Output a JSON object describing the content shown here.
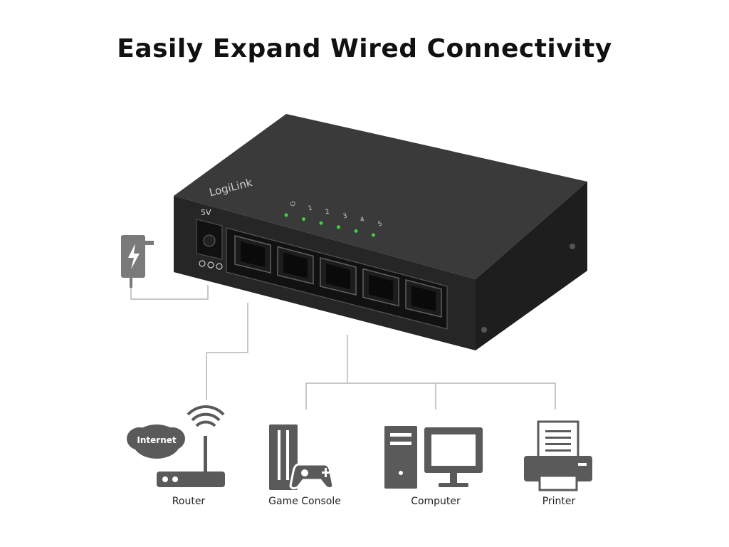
{
  "headline": "Easily Expand Wired Connectivity",
  "switch": {
    "brand": "LogiLink",
    "voltage_label": "5V",
    "power_symbol": "⏻",
    "port_numbers": [
      "1",
      "2",
      "3",
      "4",
      "5"
    ],
    "led_color": "#3fd23c",
    "body_color": "#2a2a2a"
  },
  "devices": [
    {
      "label": "Router",
      "icon": "router-icon",
      "badge": "Internet"
    },
    {
      "label": "Game Console",
      "icon": "game-console-icon"
    },
    {
      "label": "Computer",
      "icon": "computer-icon"
    },
    {
      "label": "Printer",
      "icon": "printer-icon"
    }
  ],
  "colors": {
    "icon_gray": "#5a5a5a",
    "line_gray": "#b5b5b5"
  }
}
